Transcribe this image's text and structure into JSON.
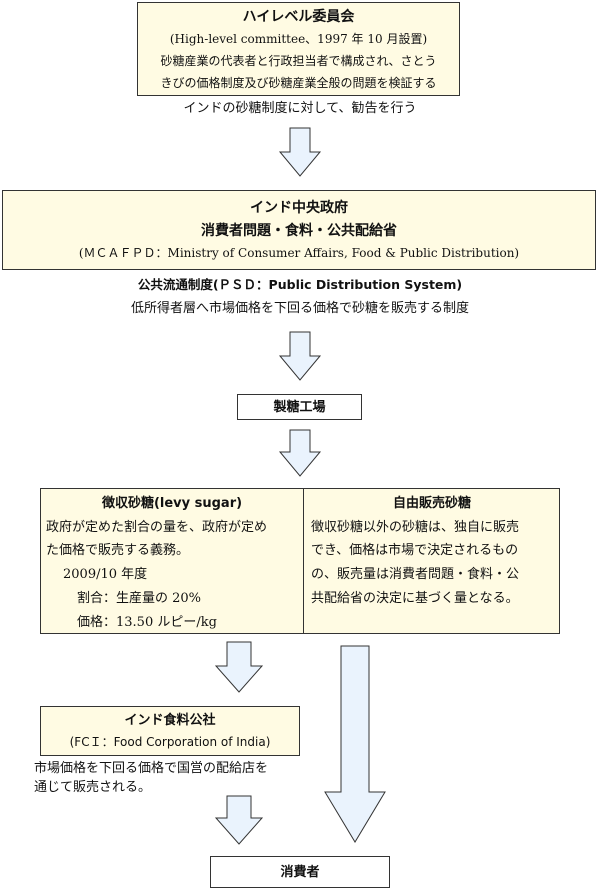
{
  "committee": {
    "title": "ハイレベル委員会",
    "subtitle": "(High-level committee、1997 年 10 月設置)",
    "line1": "砂糖産業の代表者と行政担当者で構成され、さとう",
    "line2": "きびの価格制度及び砂糖産業全般の問題を検証する",
    "caption": "インドの砂糖制度に対して、勧告を行う"
  },
  "government": {
    "title": "インド中央政府",
    "ministry": "消費者問題・食料・公共配給省",
    "abbr": "(ＭＣＡＦＰＤ：Ministry of Consumer Affairs, Food & Public Distribution)",
    "psd_title": "公共流通制度(ＰＳＤ：Public Distribution System)",
    "psd_desc": "低所得者層へ市場価格を下回る価格で砂糖を販売する制度"
  },
  "factory": {
    "label": "製糖工場"
  },
  "levy": {
    "title": "徴収砂糖(levy sugar)",
    "line1": "政府が定めた割合の量を、政府が定め",
    "line2": "た価格で販売する義務。",
    "year": "2009/10 年度",
    "ratio": "割合：生産量の 20%",
    "price": "価格：13.50 ルピー/kg"
  },
  "free": {
    "title": "自由販売砂糖",
    "line1": "徴収砂糖以外の砂糖は、独自に販売",
    "line2": "でき、価格は市場で決定されるもの",
    "line3": "の、販売量は消費者問題・食料・公",
    "line4": "共配給省の決定に基づく量となる。"
  },
  "fci": {
    "title": "インド食料公社",
    "abbr": "(FCＩ：Food Corporation of India)",
    "line1": "市場価格を下回る価格で国営の配給店を",
    "line2": "通じて販売される。"
  },
  "consumer": {
    "label": "消費者"
  },
  "colors": {
    "box_fill": "#fffbe3",
    "arrow_fill": "#eaf3fd",
    "border": "#333333"
  }
}
